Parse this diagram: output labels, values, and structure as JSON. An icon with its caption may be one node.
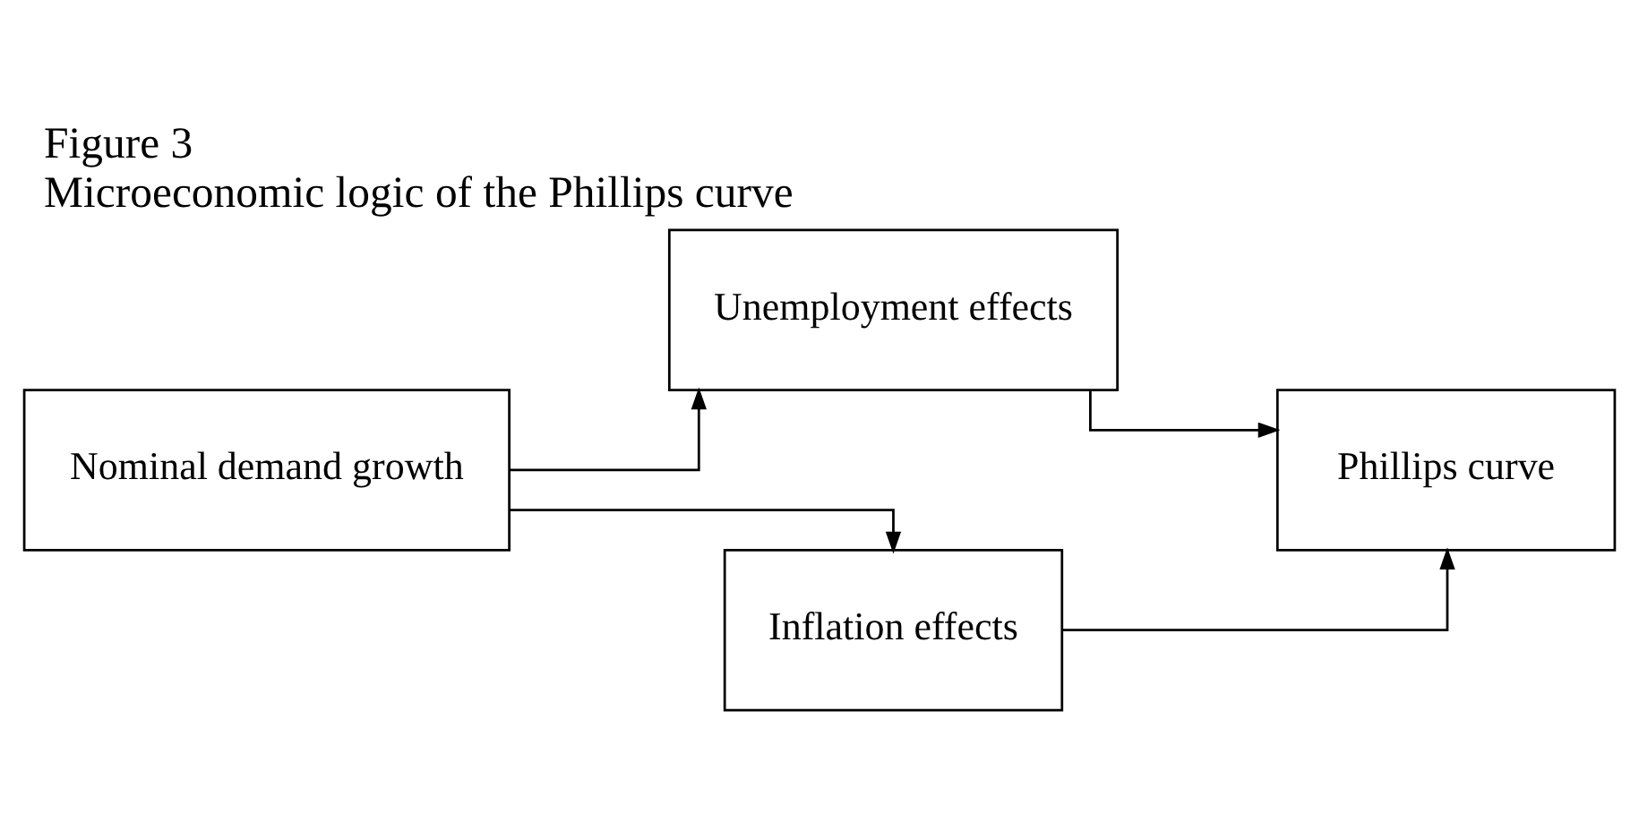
{
  "diagram": {
    "title": "Figure 3",
    "caption": "Microeconomic logic of the Phillips curve",
    "nodes": [
      {
        "text": [
          "Nominal demand growth"
        ]
      },
      {
        "text": [
          "Unemployment effects"
        ]
      },
      {
        "text": [
          "Inflation effects"
        ]
      },
      {
        "text": [
          "Phillips curve"
        ]
      }
    ],
    "edges": [
      {
        "from": 0,
        "to": 1,
        "arrow": "to"
      },
      {
        "from": 0,
        "to": 2,
        "arrow": "to"
      },
      {
        "from": 1,
        "to": 3,
        "arrow": "to"
      },
      {
        "from": 2,
        "to": 3,
        "arrow": "to"
      }
    ]
  }
}
